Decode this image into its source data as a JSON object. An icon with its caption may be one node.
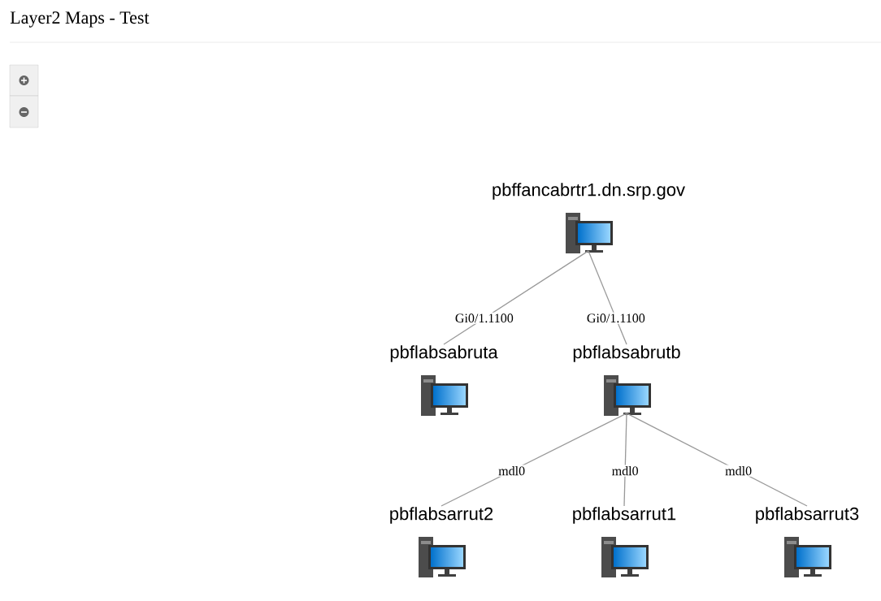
{
  "diagram": {
    "title": "Layer2 Maps - Test",
    "nodes": [
      {
        "text": [
          "pbffancabrtr1.dn.srp.gov"
        ]
      },
      {
        "text": [
          "pbflabsabruta"
        ]
      },
      {
        "text": [
          "pbflabsabrutb"
        ]
      },
      {
        "text": [
          "pbflabsarrut2"
        ]
      },
      {
        "text": [
          "pbflabsarrut1"
        ]
      },
      {
        "text": [
          "pbflabsarrut3"
        ]
      }
    ],
    "edges": [
      {
        "from": 0,
        "to": 1,
        "arrow": "none",
        "label": "Gi0/1.1100"
      },
      {
        "from": 0,
        "to": 2,
        "arrow": "none",
        "label": "Gi0/1.1100"
      },
      {
        "from": 2,
        "to": 3,
        "arrow": "none",
        "label": "mdl0"
      },
      {
        "from": 2,
        "to": 4,
        "arrow": "none",
        "label": "mdl0"
      },
      {
        "from": 2,
        "to": 5,
        "arrow": "none",
        "label": "mdl0"
      }
    ]
  }
}
